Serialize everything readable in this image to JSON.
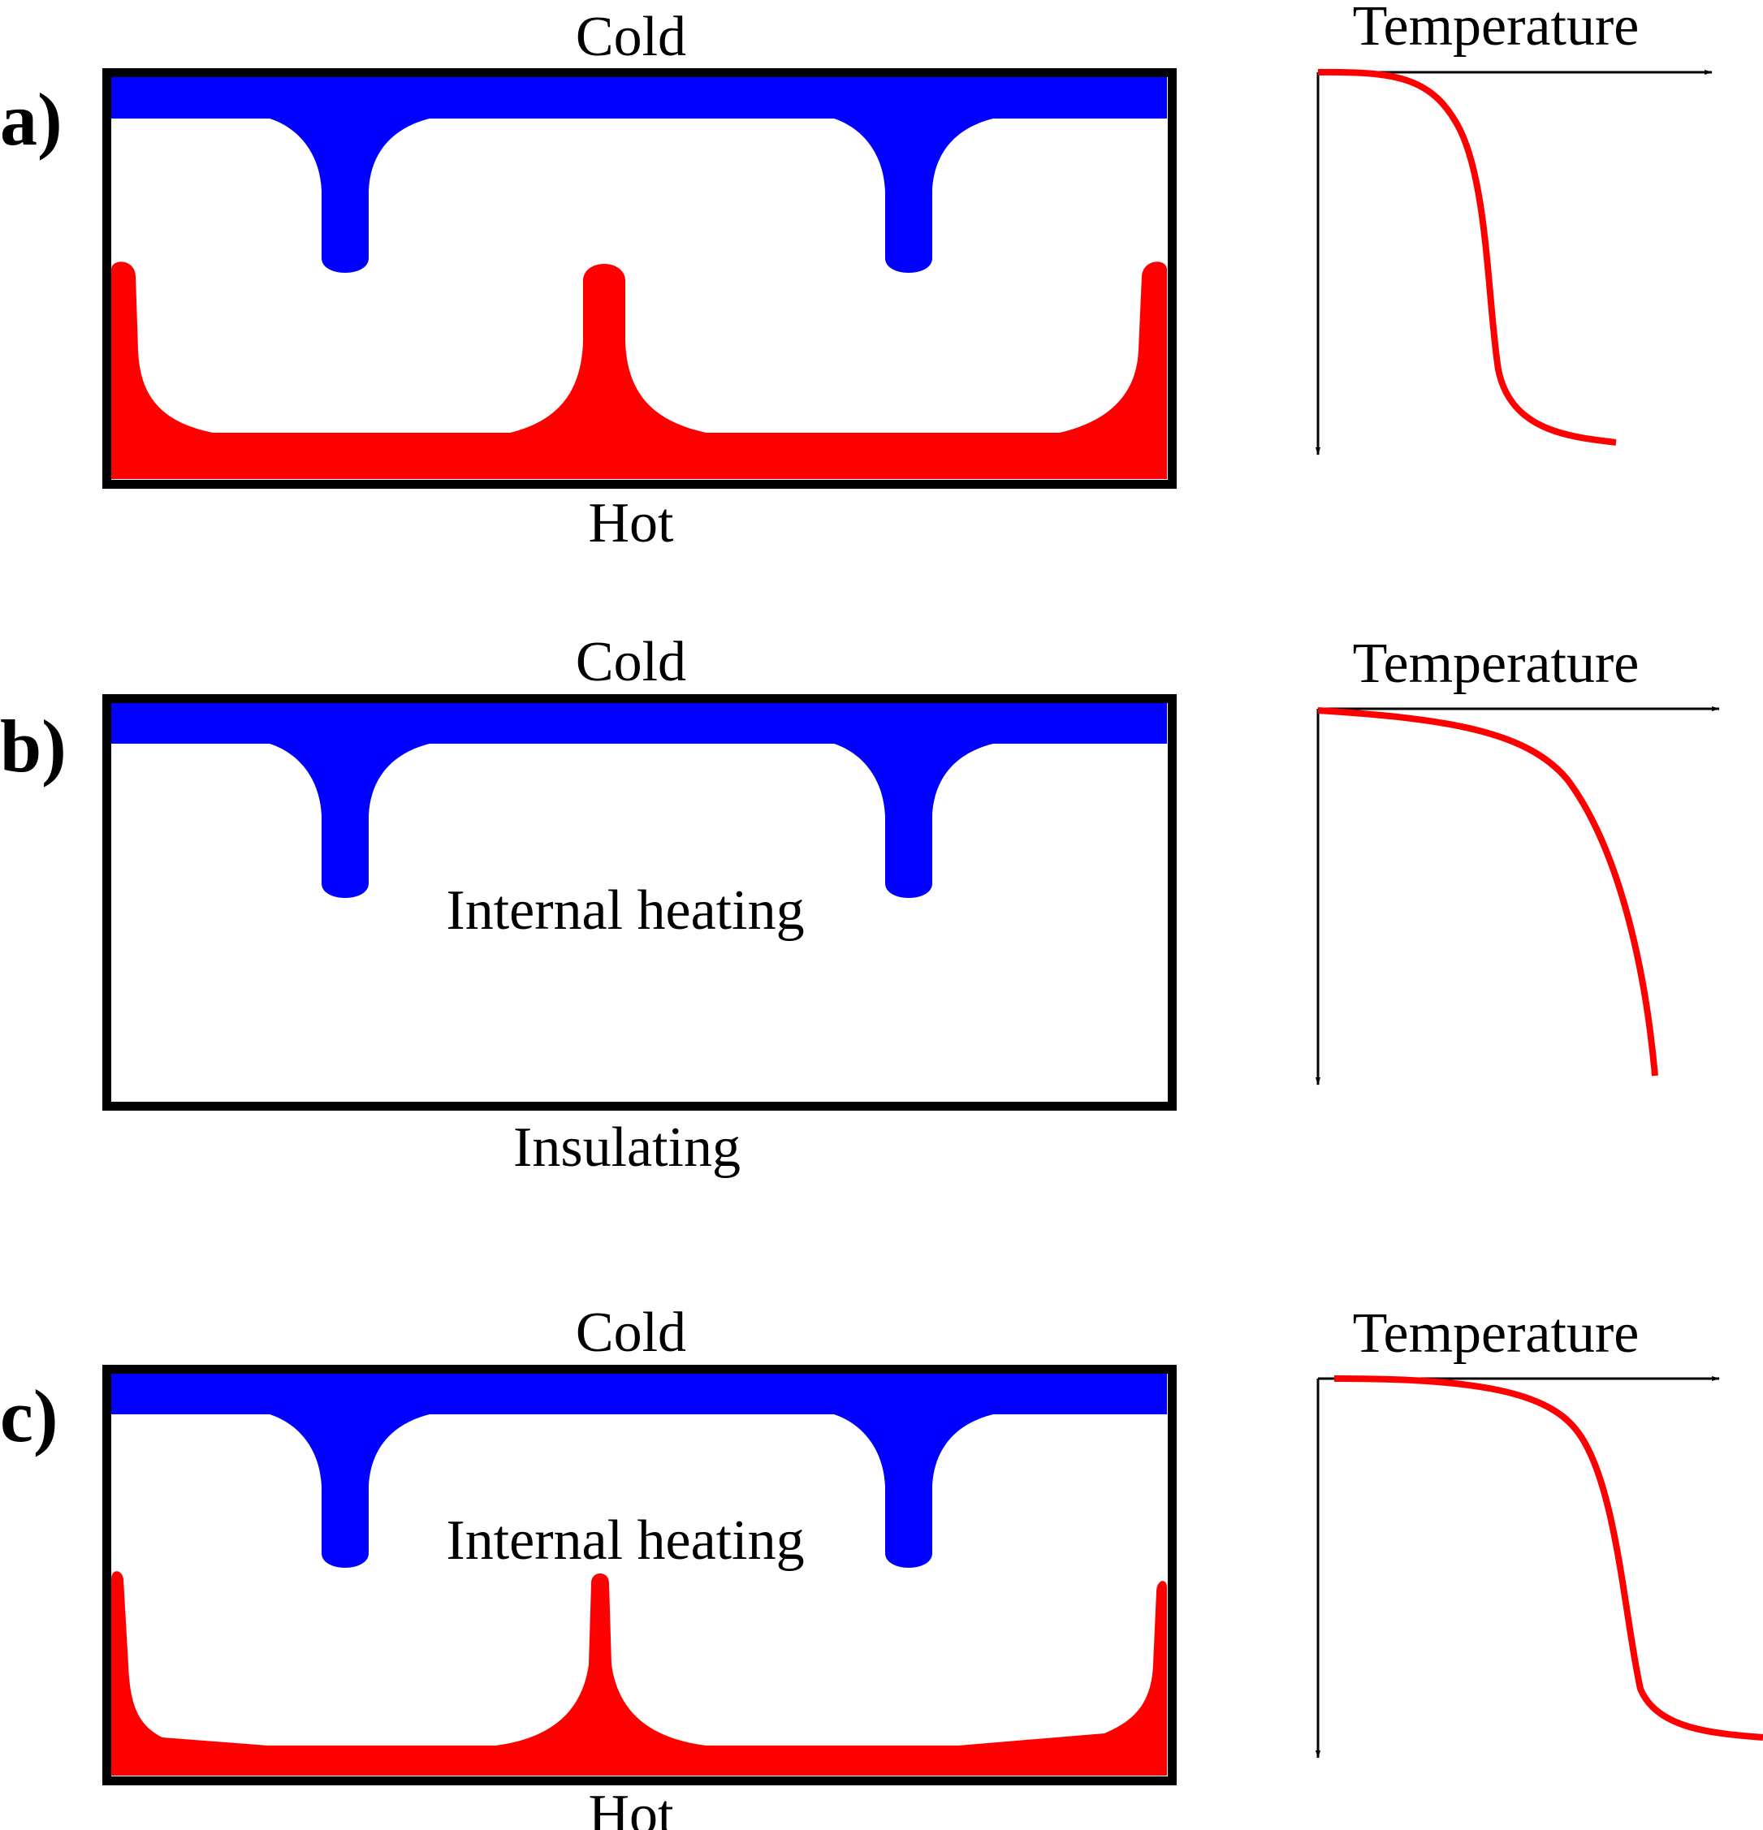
{
  "colors": {
    "cold": "#0000ff",
    "hot": "#ff0000",
    "profile_curve": "#ff0000",
    "frame": "#000000",
    "background": "#ffffff"
  },
  "panels": {
    "a": {
      "letter": "a)",
      "top_label": "Cold",
      "bottom_label": "Hot",
      "center_label": "",
      "axis_label": "Temperature"
    },
    "b": {
      "letter": "b)",
      "top_label": "Cold",
      "bottom_label": "Insulating",
      "center_label": "Internal heating",
      "axis_label": "Temperature"
    },
    "c": {
      "letter": "c)",
      "top_label": "Cold",
      "bottom_label": "Hot",
      "center_label": "Internal heating",
      "axis_label": "Temperature"
    }
  }
}
